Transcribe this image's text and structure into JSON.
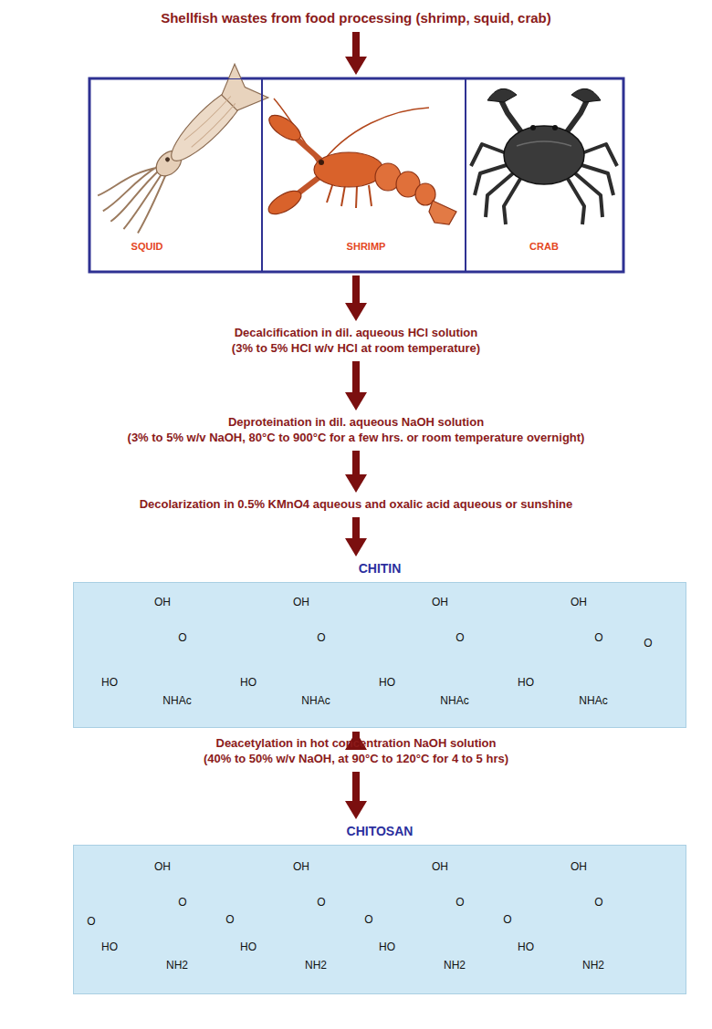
{
  "diagram": {
    "nodes": [
      {
        "text": [
          "Shellfish wastes from food processing (shrimp, squid, crab)"
        ]
      },
      {
        "text": [
          "SQUID"
        ]
      },
      {
        "text": [
          "SHRIMP"
        ]
      },
      {
        "text": [
          "CRAB"
        ]
      },
      {
        "text": [
          "Decalcification in dil. aqueous HCl solution",
          "(3% to 5% HCl w/v HCl at room temperature)"
        ]
      },
      {
        "text": [
          "Deproteination in dil. aqueous NaOH solution",
          "(3% to 5% w/v NaOH, 80°C to 900°C for a few hrs. or room temperature overnight)"
        ]
      },
      {
        "text": [
          "Decolarization in 0.5% KMnO4 aqueous and oxalic acid aqueous or sunshine"
        ]
      },
      {
        "text": [
          "CHITIN"
        ]
      },
      {
        "text": [
          "Deacetylation in hot concentration NaOH solution",
          "(40% to 50% w/v NaOH, at 90°C to 120°C for 4 to 5 hrs)"
        ]
      },
      {
        "text": [
          "CHITOSAN"
        ]
      }
    ],
    "edges": [
      {
        "from": 0,
        "to": 2,
        "arrow": "to"
      },
      {
        "from": 2,
        "to": 4,
        "arrow": "to"
      },
      {
        "from": 4,
        "to": 5,
        "arrow": "to"
      },
      {
        "from": 5,
        "to": 6,
        "arrow": "to"
      },
      {
        "from": 6,
        "to": 7,
        "arrow": "to"
      },
      {
        "from": 7,
        "to": 8,
        "arrow": "to"
      },
      {
        "from": 8,
        "to": 9,
        "arrow": "to"
      }
    ],
    "labels": [
      "OH",
      "O",
      "HO",
      "NHAc",
      "OH",
      "O",
      "HO",
      "NHAc",
      "OH",
      "O",
      "HO",
      "NHAc",
      "OH",
      "O",
      "HO",
      "NHAc",
      "O",
      "O",
      "OH",
      "O",
      "HO",
      "NH2",
      "O",
      "OH",
      "O",
      "HO",
      "NH2",
      "O",
      "OH",
      "O",
      "HO",
      "NH2",
      "O",
      "OH",
      "O",
      "HO",
      "NH2"
    ]
  }
}
